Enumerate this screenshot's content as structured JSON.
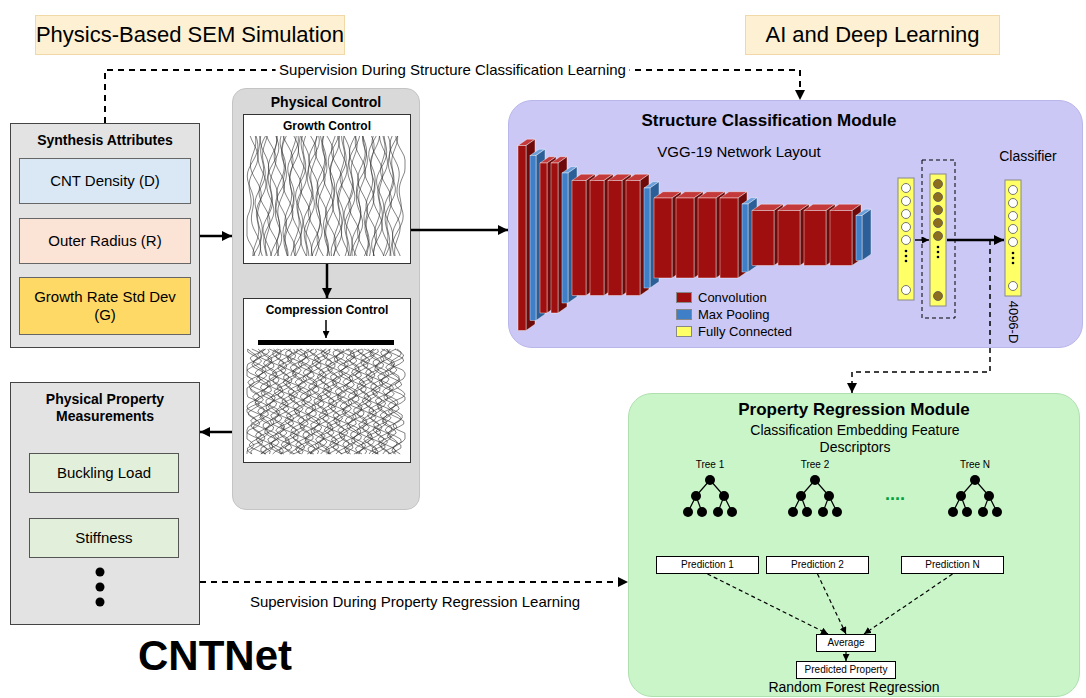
{
  "diagram": {
    "nodes": [
      {
        "text": [
          "Physics-Based SEM Simulation"
        ]
      },
      {
        "text": [
          "AI and Deep Learning"
        ]
      },
      {
        "text": [
          "Synthesis Attributes"
        ]
      },
      {
        "text": [
          "CNT Density (D)"
        ],
        "in": 2
      },
      {
        "text": [
          "Outer Radius (R)"
        ],
        "in": 2
      },
      {
        "text": [
          "Growth Rate Std Dev (G)"
        ],
        "in": 2
      },
      {
        "text": [
          "Physical Control"
        ]
      },
      {
        "text": [
          "Growth Control"
        ],
        "in": 6
      },
      {
        "text": [
          "Compression Control"
        ],
        "in": 6
      },
      {
        "text": [
          "Structure Classification Module",
          "VGG-19 Network Layout"
        ]
      },
      {
        "text": [
          "Physical Property Measurements"
        ]
      },
      {
        "text": [
          "Buckling Load"
        ],
        "in": 10
      },
      {
        "text": [
          "Stiffness"
        ],
        "in": 10
      },
      {
        "text": [
          "Property Regression Module",
          "Classification Embedding Feature Descriptors",
          "Random Forest Regression"
        ]
      },
      {
        "text": [
          "Prediction 1"
        ],
        "in": 13
      },
      {
        "text": [
          "Prediction 2"
        ],
        "in": 13
      },
      {
        "text": [
          "Prediction N"
        ],
        "in": 13
      },
      {
        "text": [
          "Average"
        ],
        "in": 13
      },
      {
        "text": [
          "Predicted Property"
        ],
        "in": 13
      }
    ],
    "edges": [
      {
        "from": 2,
        "to": 6,
        "arrow": "to"
      },
      {
        "from": 7,
        "to": 9,
        "arrow": "to"
      },
      {
        "from": 7,
        "to": 8,
        "arrow": "to"
      },
      {
        "from": 6,
        "to": 10,
        "arrow": "to"
      },
      {
        "from": 2,
        "to": 9,
        "arrow": "to",
        "label": "Supervision During Structure Classification Learning"
      },
      {
        "from": 10,
        "to": 13,
        "arrow": "to",
        "label": "Supervision During Property Regression Learning"
      },
      {
        "from": 9,
        "to": 13,
        "arrow": "to"
      },
      {
        "from": 14,
        "to": 17,
        "arrow": "to"
      },
      {
        "from": 15,
        "to": 17,
        "arrow": "to"
      },
      {
        "from": 16,
        "to": 17,
        "arrow": "to"
      },
      {
        "from": 17,
        "to": 18,
        "arrow": "to"
      }
    ],
    "labels": [
      "Classifier",
      "4096-D",
      "Tree 1",
      "Tree 2",
      "....",
      "Tree N",
      "CNTNet"
    ],
    "legend": [
      {
        "text": "Convolution",
        "color": "#a00f0f"
      },
      {
        "text": "Max Pooling",
        "color": "#3f7fc7"
      },
      {
        "text": "Fully Connected",
        "color": "#ffff66"
      }
    ]
  }
}
